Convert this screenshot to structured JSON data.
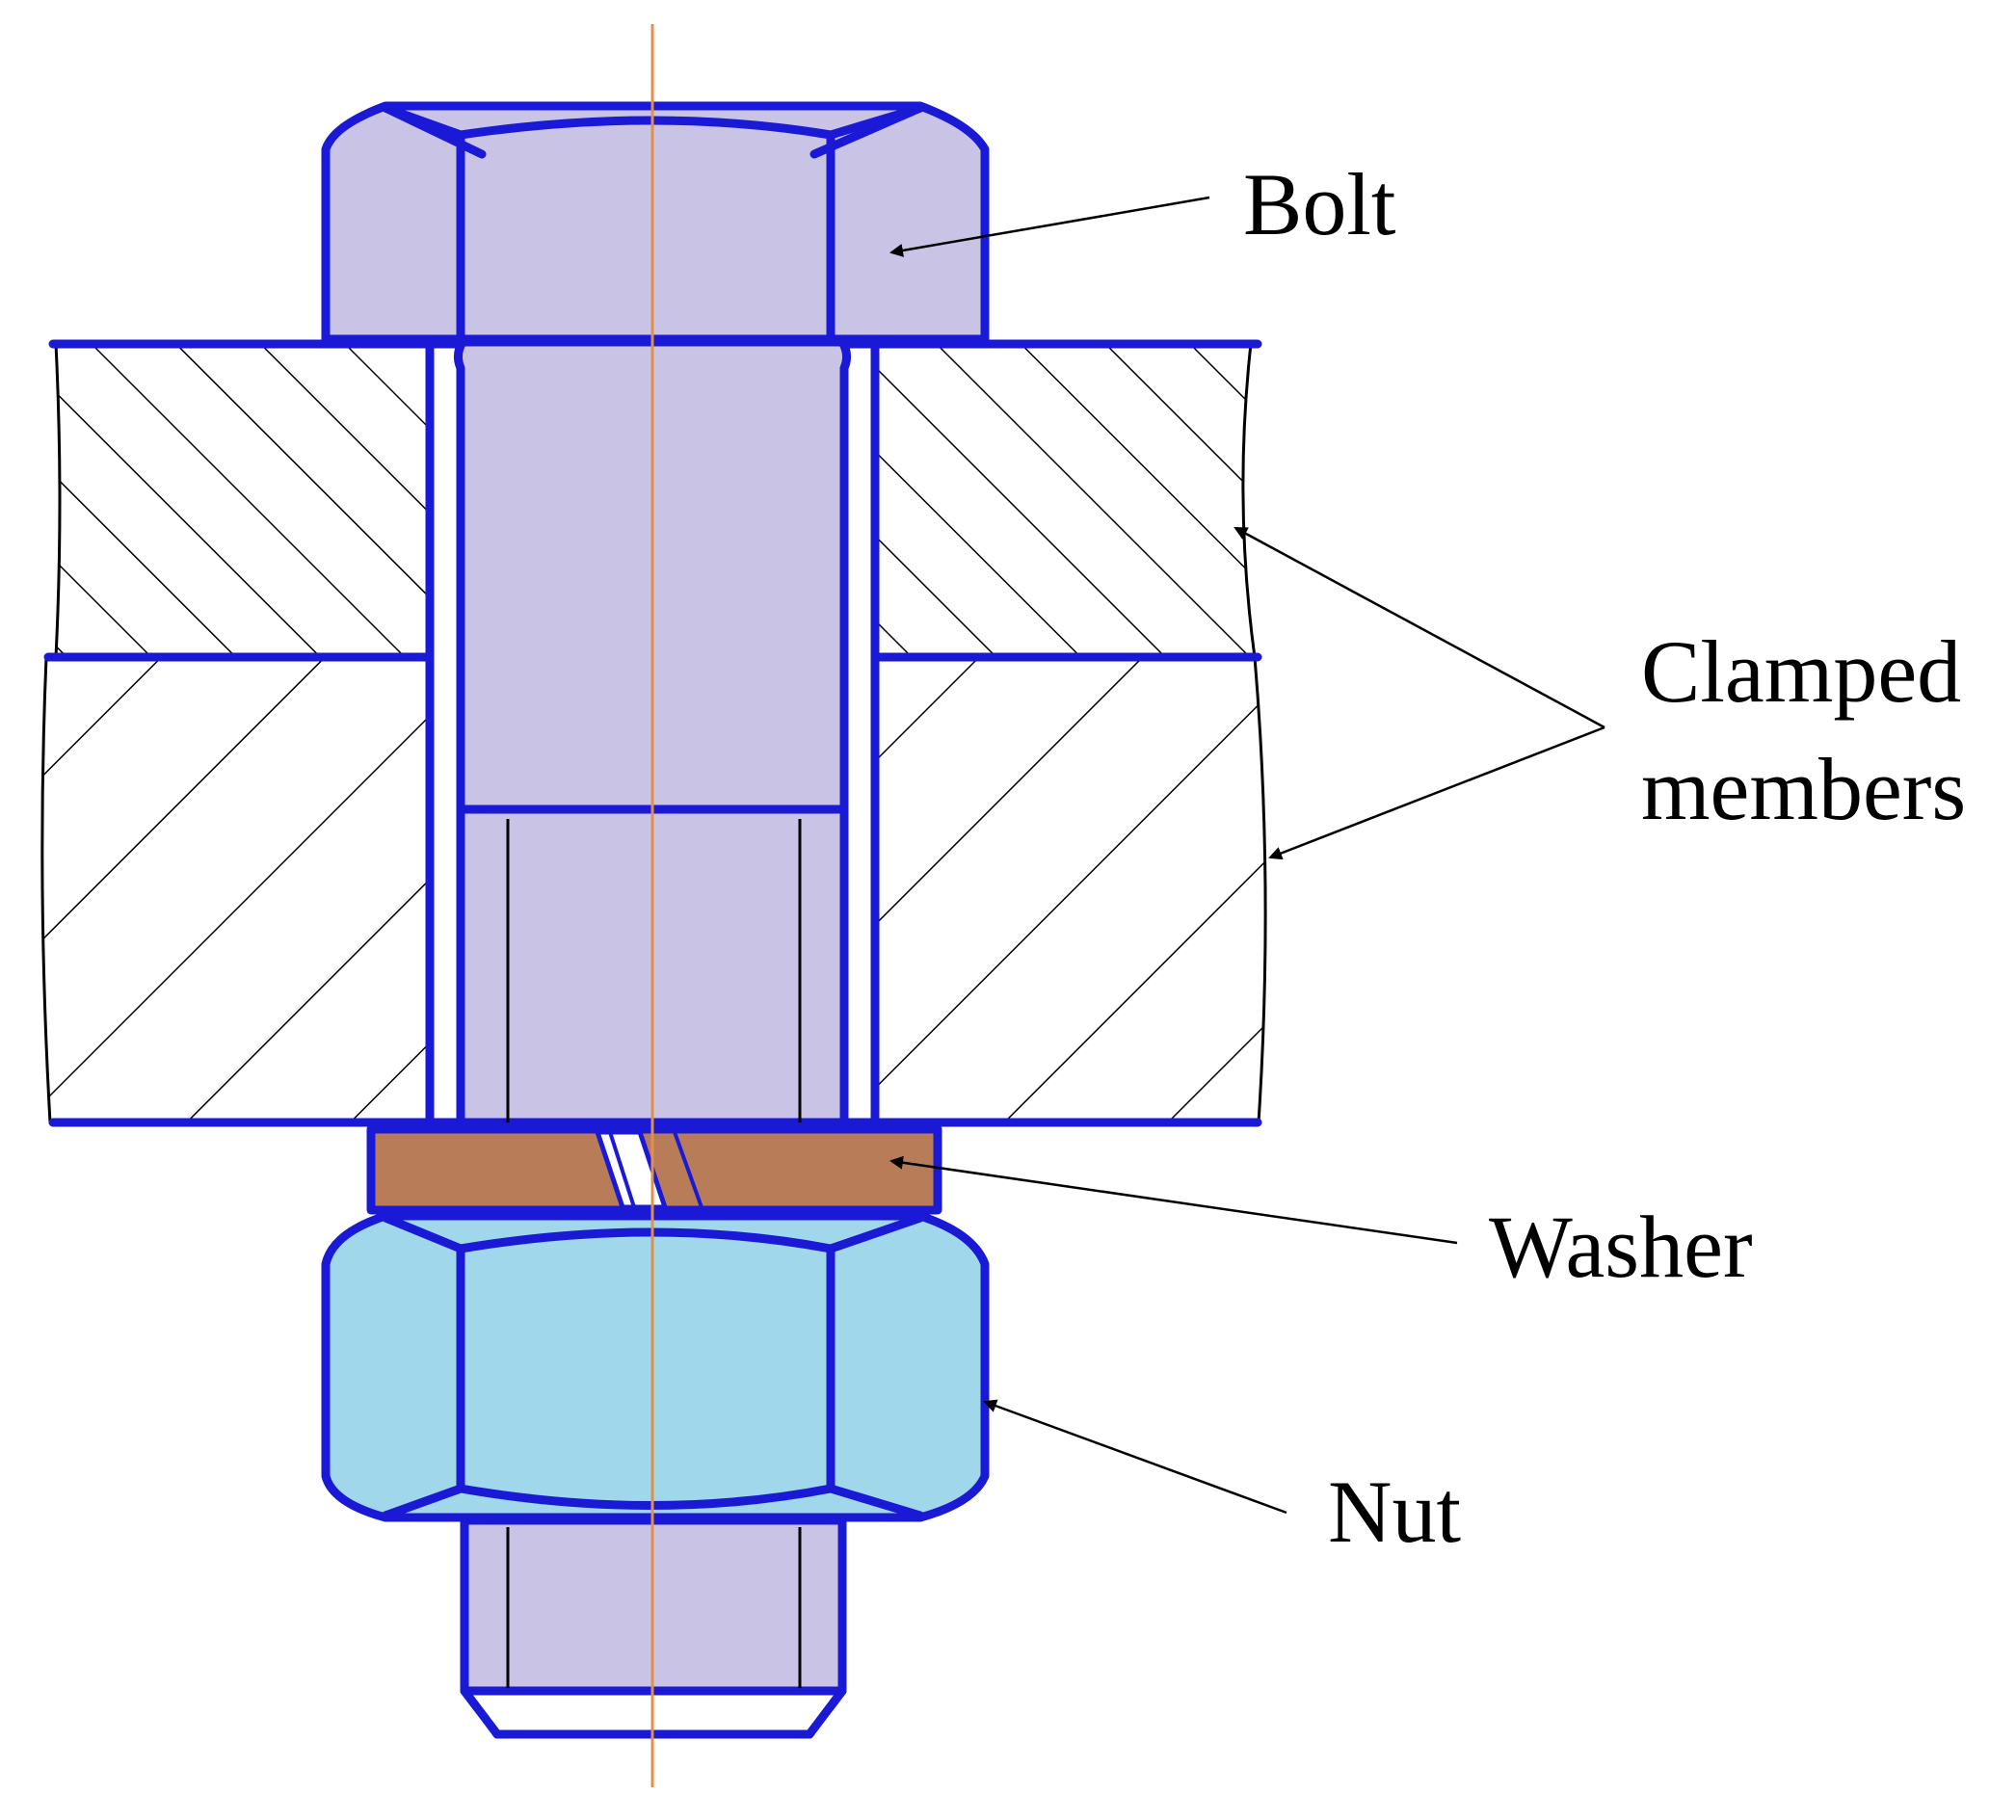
{
  "labels": {
    "bolt": "Bolt",
    "clamped_line1": "Clamped",
    "clamped_line2": "members",
    "washer": "Washer",
    "nut": "Nut"
  },
  "colors": {
    "outline": "#1a1ad6",
    "bolt_fill": "#c9c3e6",
    "nut_fill": "#a1d7ea",
    "washer_fill": "#b87c58",
    "centerline": "#e0904a",
    "hatch": "#000000"
  }
}
